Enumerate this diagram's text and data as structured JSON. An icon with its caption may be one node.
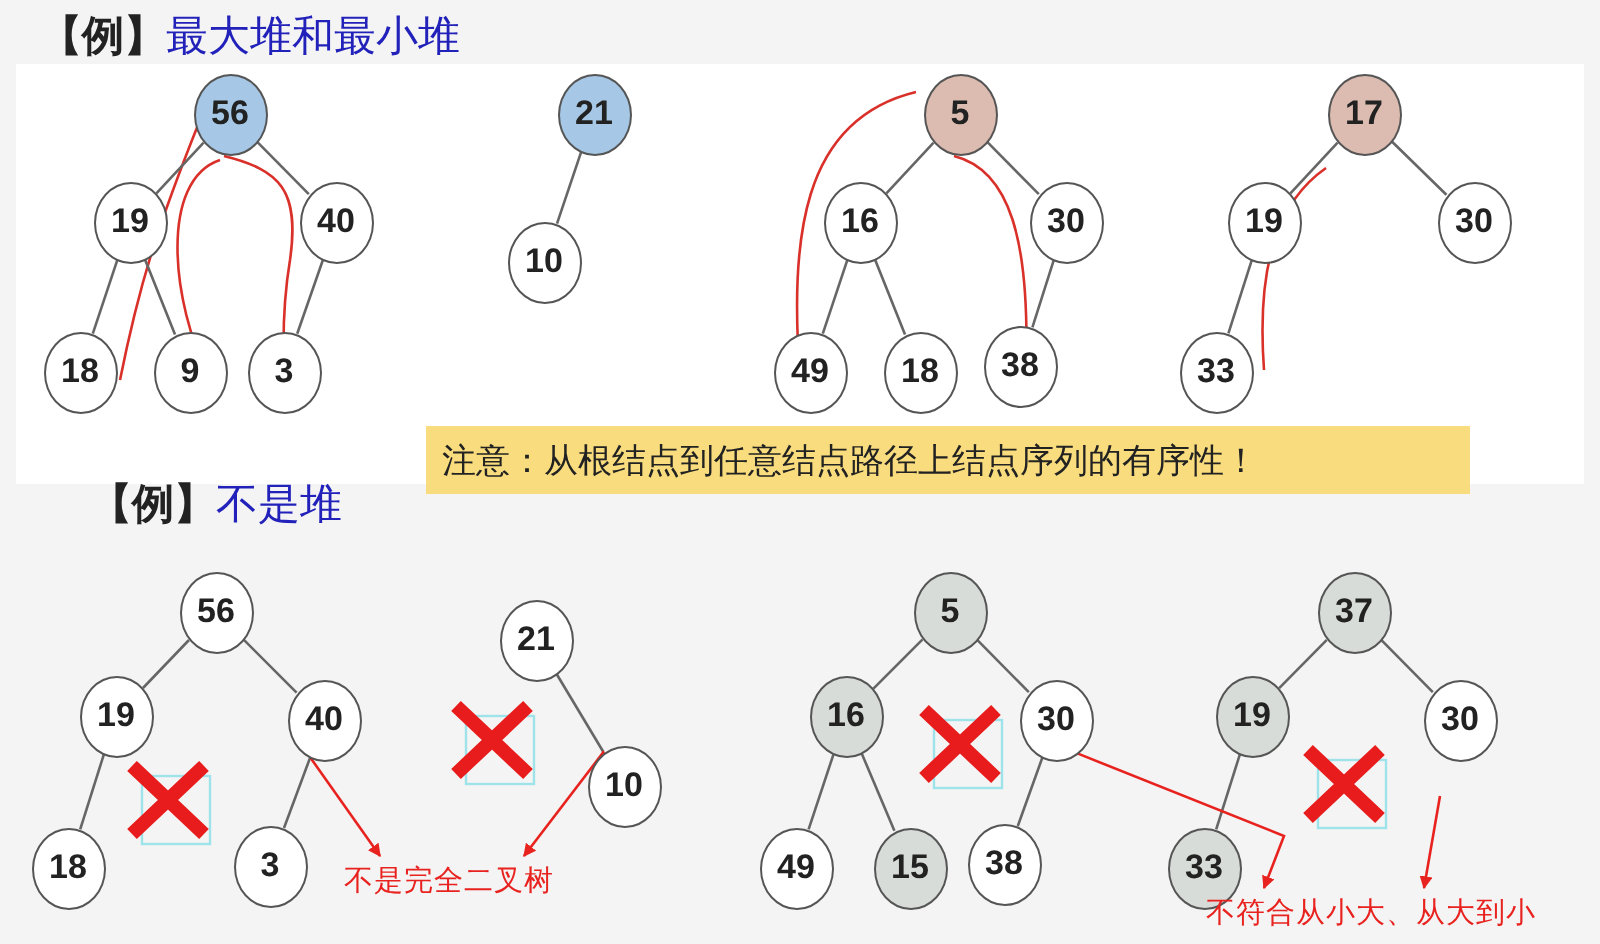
{
  "diagram": {
    "nodes": [
      {
        "text": [
          "56"
        ]
      },
      {
        "text": [
          "19"
        ]
      },
      {
        "text": [
          "40"
        ]
      },
      {
        "text": [
          "18"
        ]
      },
      {
        "text": [
          "9"
        ]
      },
      {
        "text": [
          "3"
        ]
      },
      {
        "text": [
          "21"
        ]
      },
      {
        "text": [
          "10"
        ]
      },
      {
        "text": [
          "5"
        ]
      },
      {
        "text": [
          "16"
        ]
      },
      {
        "text": [
          "30"
        ]
      },
      {
        "text": [
          "49"
        ]
      },
      {
        "text": [
          "18"
        ]
      },
      {
        "text": [
          "38"
        ]
      },
      {
        "text": [
          "17"
        ]
      },
      {
        "text": [
          "19"
        ]
      },
      {
        "text": [
          "30"
        ]
      },
      {
        "text": [
          "33"
        ]
      },
      {
        "text": [
          "注意：从根结点到任意结点路径上结点序列的有序性！"
        ]
      },
      {
        "text": [
          "56"
        ]
      },
      {
        "text": [
          "19"
        ]
      },
      {
        "text": [
          "40"
        ]
      },
      {
        "text": [
          "18"
        ]
      },
      {
        "text": [
          "3"
        ]
      },
      {
        "text": [
          "21"
        ]
      },
      {
        "text": [
          "10"
        ]
      },
      {
        "text": [
          "5"
        ]
      },
      {
        "text": [
          "16"
        ]
      },
      {
        "text": [
          "30"
        ]
      },
      {
        "text": [
          "49"
        ]
      },
      {
        "text": [
          "15"
        ]
      },
      {
        "text": [
          "38"
        ]
      },
      {
        "text": [
          "37"
        ]
      },
      {
        "text": [
          "19"
        ]
      },
      {
        "text": [
          "30"
        ]
      },
      {
        "text": [
          "33"
        ]
      },
      {
        "text": [
          "不是完全二叉树"
        ]
      },
      {
        "text": [
          "不符合从小大、从大到小"
        ]
      }
    ],
    "edges": [
      {
        "from": 0,
        "to": 1,
        "arrow": "none"
      },
      {
        "from": 0,
        "to": 2,
        "arrow": "none"
      },
      {
        "from": 1,
        "to": 3,
        "arrow": "none"
      },
      {
        "from": 1,
        "to": 4,
        "arrow": "none"
      },
      {
        "from": 2,
        "to": 5,
        "arrow": "none"
      },
      {
        "from": 6,
        "to": 7,
        "arrow": "none"
      },
      {
        "from": 8,
        "to": 9,
        "arrow": "none"
      },
      {
        "from": 8,
        "to": 10,
        "arrow": "none"
      },
      {
        "from": 9,
        "to": 11,
        "arrow": "none"
      },
      {
        "from": 9,
        "to": 12,
        "arrow": "none"
      },
      {
        "from": 10,
        "to": 13,
        "arrow": "none"
      },
      {
        "from": 14,
        "to": 15,
        "arrow": "none"
      },
      {
        "from": 14,
        "to": 16,
        "arrow": "none"
      },
      {
        "from": 15,
        "to": 17,
        "arrow": "none"
      },
      {
        "from": 19,
        "to": 20,
        "arrow": "none"
      },
      {
        "from": 19,
        "to": 21,
        "arrow": "none"
      },
      {
        "from": 20,
        "to": 22,
        "arrow": "none"
      },
      {
        "from": 21,
        "to": 23,
        "arrow": "none"
      },
      {
        "from": 24,
        "to": 25,
        "arrow": "none"
      },
      {
        "from": 26,
        "to": 27,
        "arrow": "none"
      },
      {
        "from": 26,
        "to": 28,
        "arrow": "none"
      },
      {
        "from": 27,
        "to": 29,
        "arrow": "none"
      },
      {
        "from": 27,
        "to": 30,
        "arrow": "none"
      },
      {
        "from": 28,
        "to": 31,
        "arrow": "none"
      },
      {
        "from": 32,
        "to": 33,
        "arrow": "none"
      },
      {
        "from": 32,
        "to": 34,
        "arrow": "none"
      },
      {
        "from": 33,
        "to": 35,
        "arrow": "none"
      },
      {
        "from": 21,
        "to": 36,
        "arrow": "to",
        "color": "#e8231f"
      },
      {
        "from": 25,
        "to": 36,
        "arrow": "to",
        "color": "#e8231f"
      },
      {
        "from": 28,
        "to": 37,
        "arrow": "to",
        "color": "#e8231f"
      },
      {
        "from": null,
        "to": 37,
        "arrow": "to",
        "color": "#e8231f"
      }
    ],
    "labels": [
      "【例】最大堆和最小堆",
      "【例】不是堆"
    ]
  }
}
